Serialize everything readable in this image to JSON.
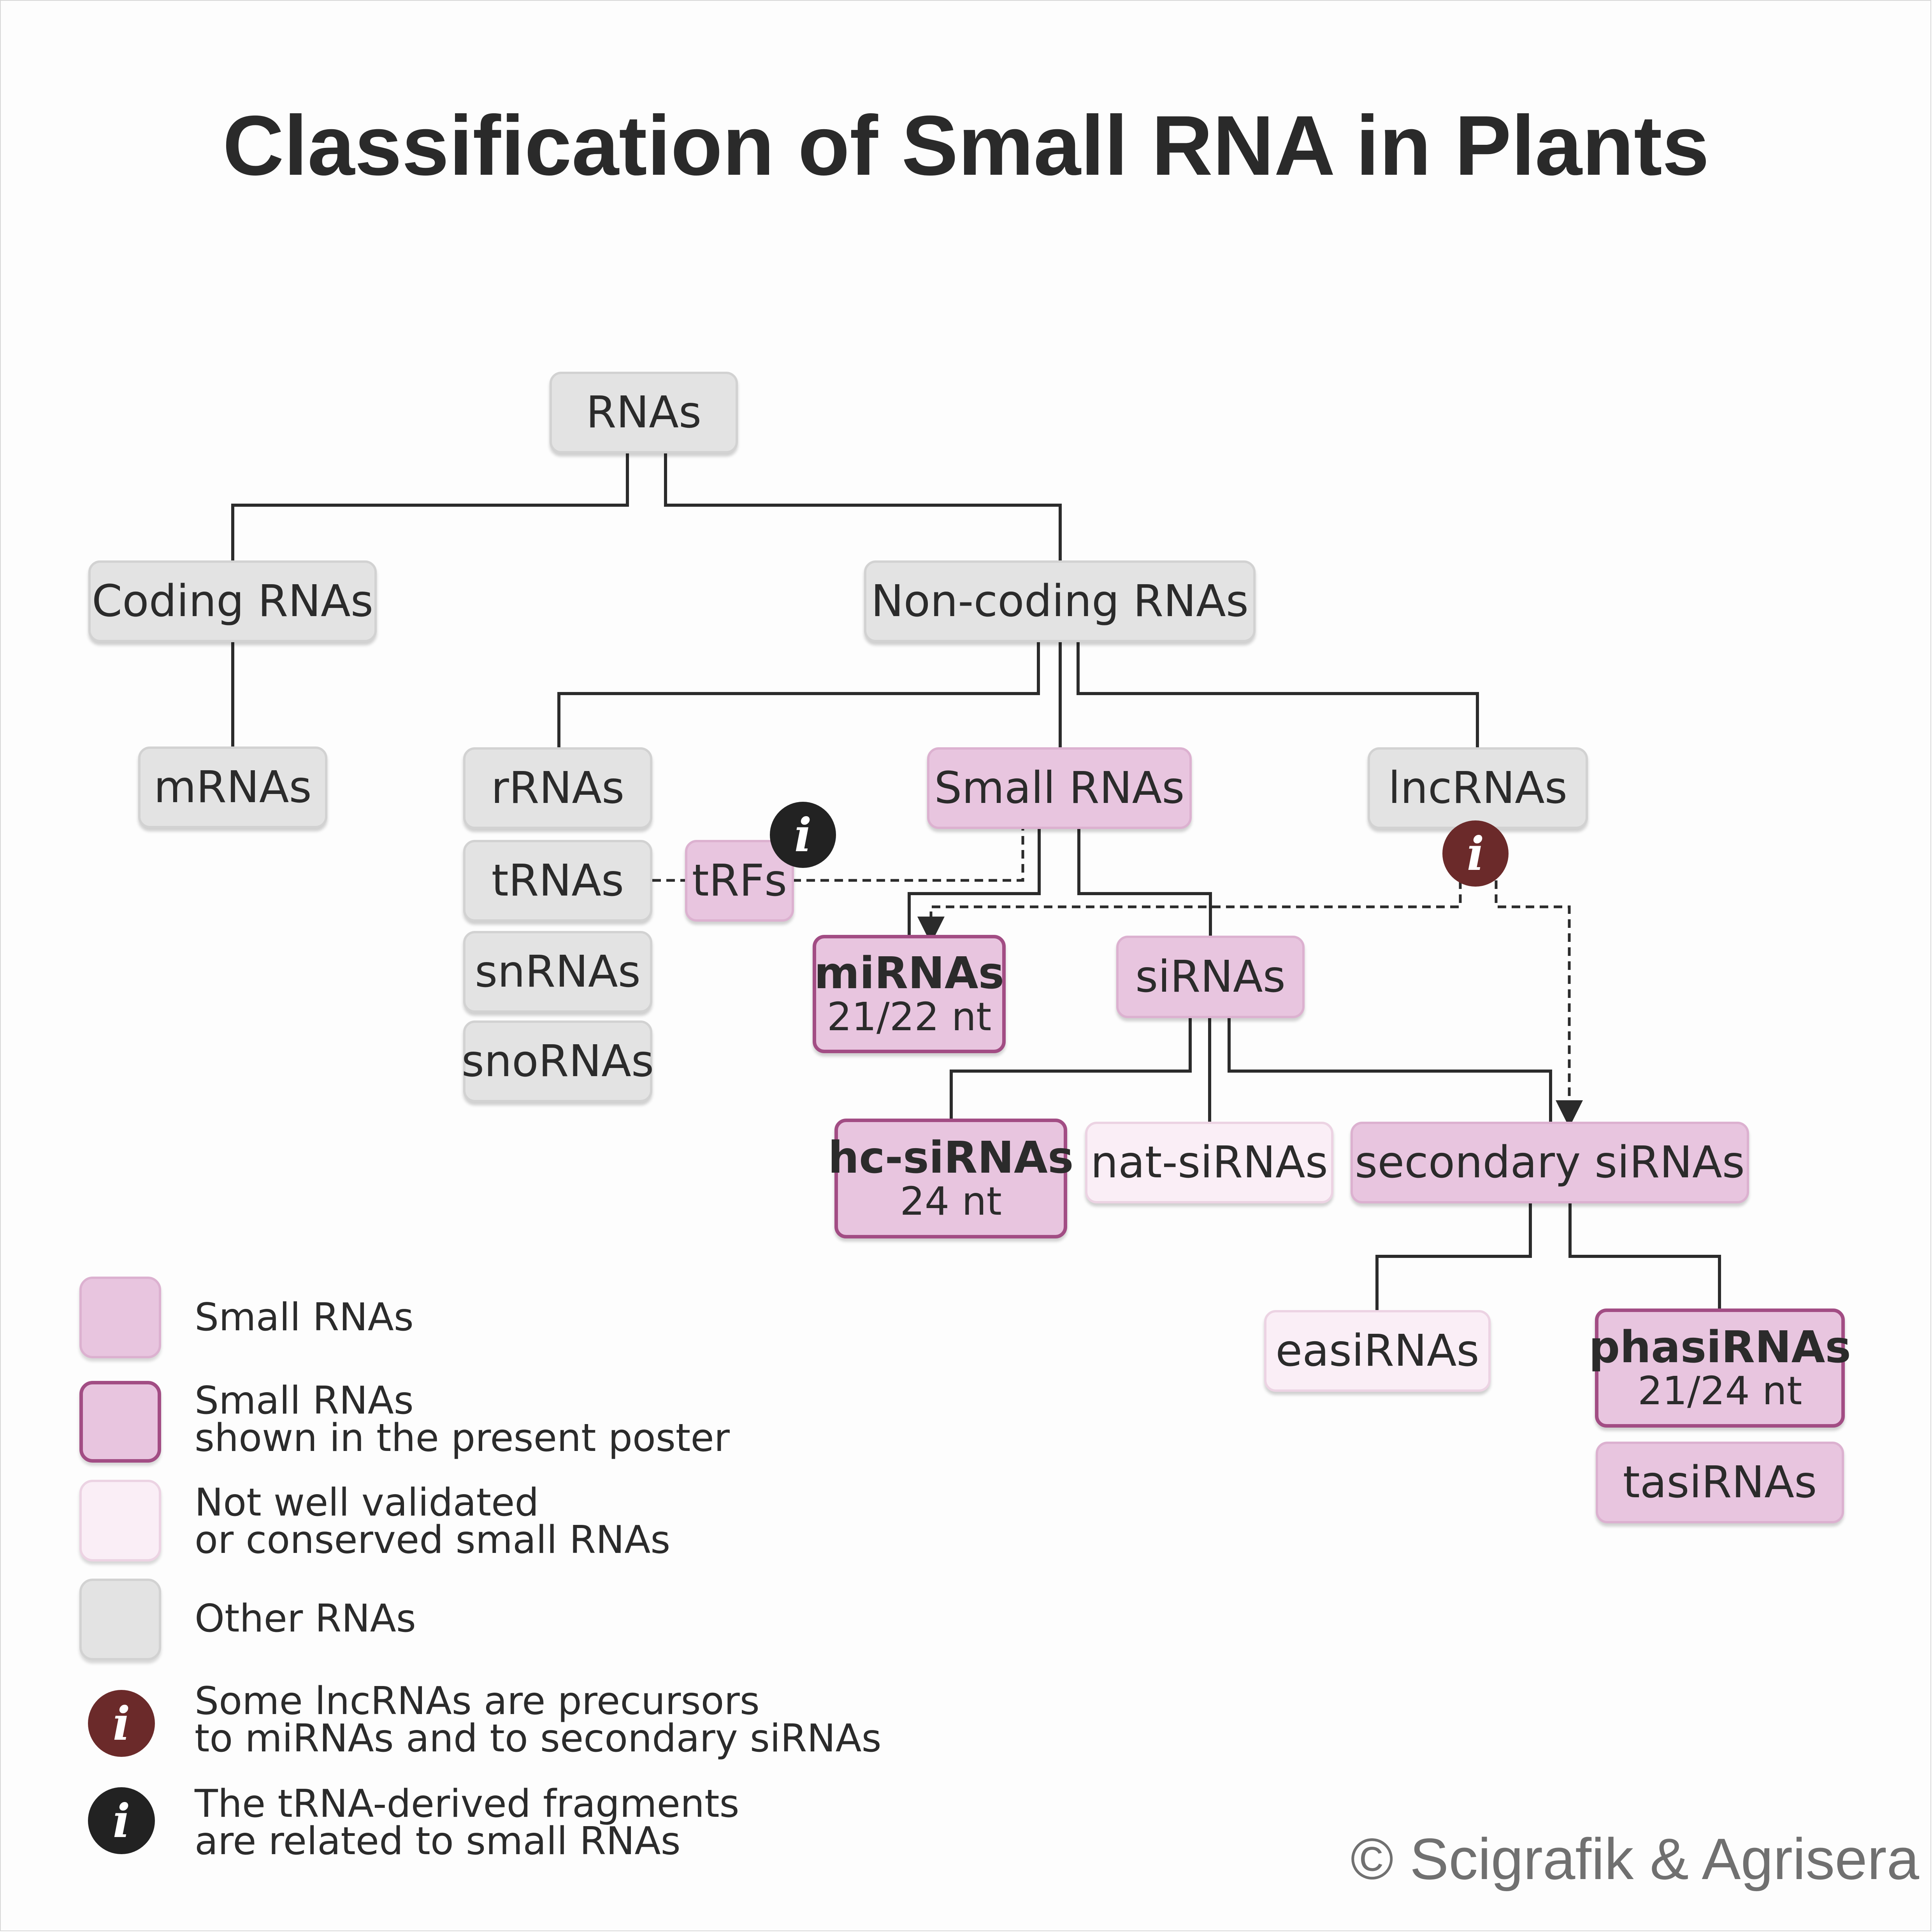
{
  "title": "Classification of Small RNA in Plants",
  "colors": {
    "small_rna_fill": "#e8c5df",
    "shown_border": "#a24d84",
    "weak_fill": "#faeef6",
    "other_fill": "#e3e3e3",
    "lncrna_info": "#6b2a2a",
    "trna_info": "#222222"
  },
  "nodes": {
    "rnas": "RNAs",
    "coding": "Coding RNAs",
    "noncoding": "Non-coding RNAs",
    "mrnas": "mRNAs",
    "rrnas": "rRNAs",
    "trnas": "tRNAs",
    "snrnas": "snRNAs",
    "snornas": "snoRNAs",
    "trfs": "tRFs",
    "small": "Small RNAs",
    "lncrnas": "lncRNAs",
    "mirnas": "miRNAs",
    "mirnas_nt": "21/22 nt",
    "sirnas": "siRNAs",
    "hcsirnas": "hc-siRNAs",
    "hcsirnas_nt": "24 nt",
    "natsirnas": "nat-siRNAs",
    "secondary": "secondary siRNAs",
    "easirnas": "easiRNAs",
    "phasirnas": "phasiRNAs",
    "phasirnas_nt": "21/24 nt",
    "tasirnas": "tasiRNAs"
  },
  "legend": {
    "small": "Small RNAs",
    "shown_line1": "Small RNAs",
    "shown_line2": "shown in the present poster",
    "weak_line1": "Not well validated",
    "weak_line2": "or conserved small RNAs",
    "other": "Other RNAs",
    "lnc_line1": "Some lncRNAs are precursors",
    "lnc_line2": "to miRNAs and to secondary siRNAs",
    "trna_line1": "The tRNA-derived fragments",
    "trna_line2": "are related to small RNAs"
  },
  "info_glyph": "i",
  "copyright": "© Scigrafik & Agrisera"
}
